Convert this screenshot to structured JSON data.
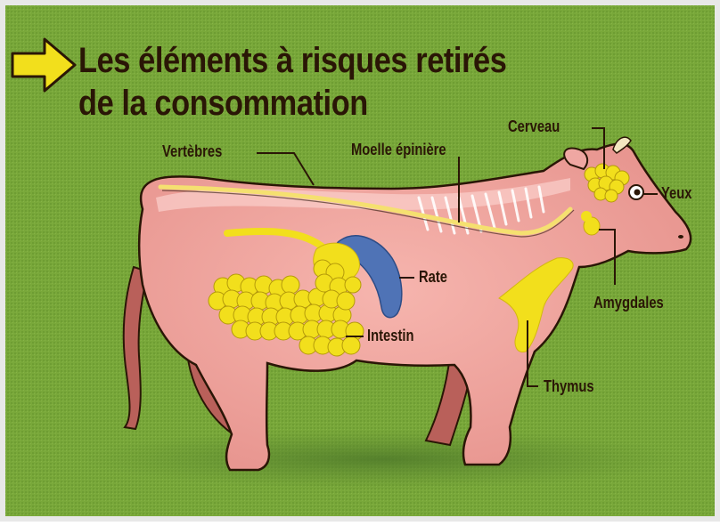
{
  "title": {
    "line1": "Les éléments à risques retirés",
    "line2": "de la consommation"
  },
  "icons": {
    "title_arrow": "right-arrow-icon"
  },
  "labels": {
    "vertebres": "Vertèbres",
    "moelle": "Moelle épinière",
    "cerveau": "Cerveau",
    "yeux": "Yeux",
    "amygdales": "Amygdales",
    "rate": "Rate",
    "intestin": "Intestin",
    "thymus": "Thymus"
  },
  "colors": {
    "background": "#79a83a",
    "cow_body": "#efa7a2",
    "cow_legs": "#b9605a",
    "organs": "#f2df1c",
    "spleen": "#4f73b6",
    "spine": "#f5e070",
    "arrow": "#f2df1c",
    "text": "#2a1606"
  }
}
